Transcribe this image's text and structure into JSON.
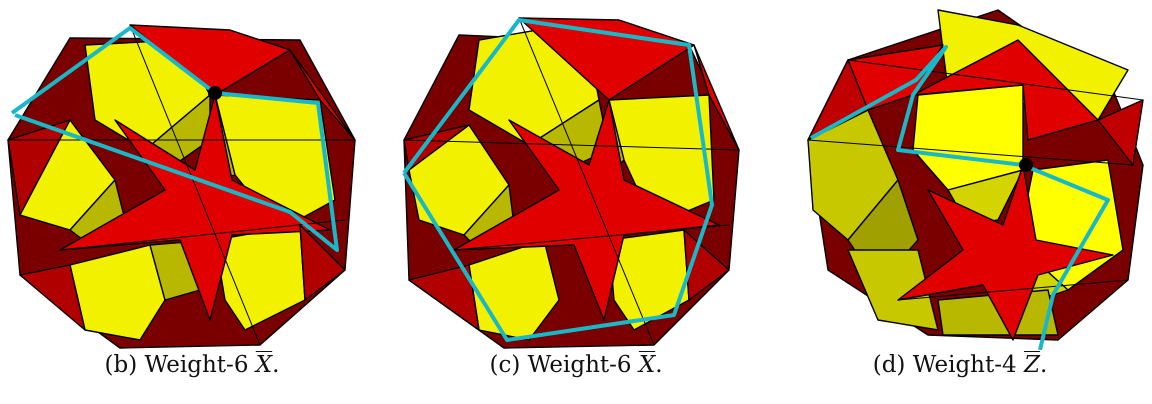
{
  "colors": {
    "red": "#e00000",
    "dark_red": "#7a0000",
    "yellow": "#f2f200",
    "yellow_shade": "#b8b800",
    "olive": "#8c8c00",
    "cyan_path": "#17b9c9",
    "dot": "#000000"
  },
  "panels": [
    {
      "label": "(b)",
      "text": "Weight-6",
      "symbol": "X",
      "suffix": "."
    },
    {
      "label": "(c)",
      "text": "Weight-6",
      "symbol": "X",
      "suffix": "."
    },
    {
      "label": "(d)",
      "text": "Weight-4",
      "symbol": "Z",
      "suffix": "."
    }
  ]
}
